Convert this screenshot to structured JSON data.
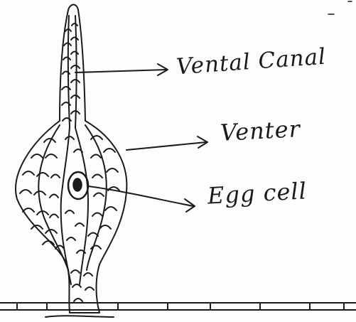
{
  "diagram": {
    "labels": {
      "ventral_canal": "Vental Canal",
      "venter": "Venter",
      "egg_cell": "Egg cell"
    },
    "colors": {
      "ink": "#1a1a1a",
      "paper": "#fdfdfd"
    }
  }
}
